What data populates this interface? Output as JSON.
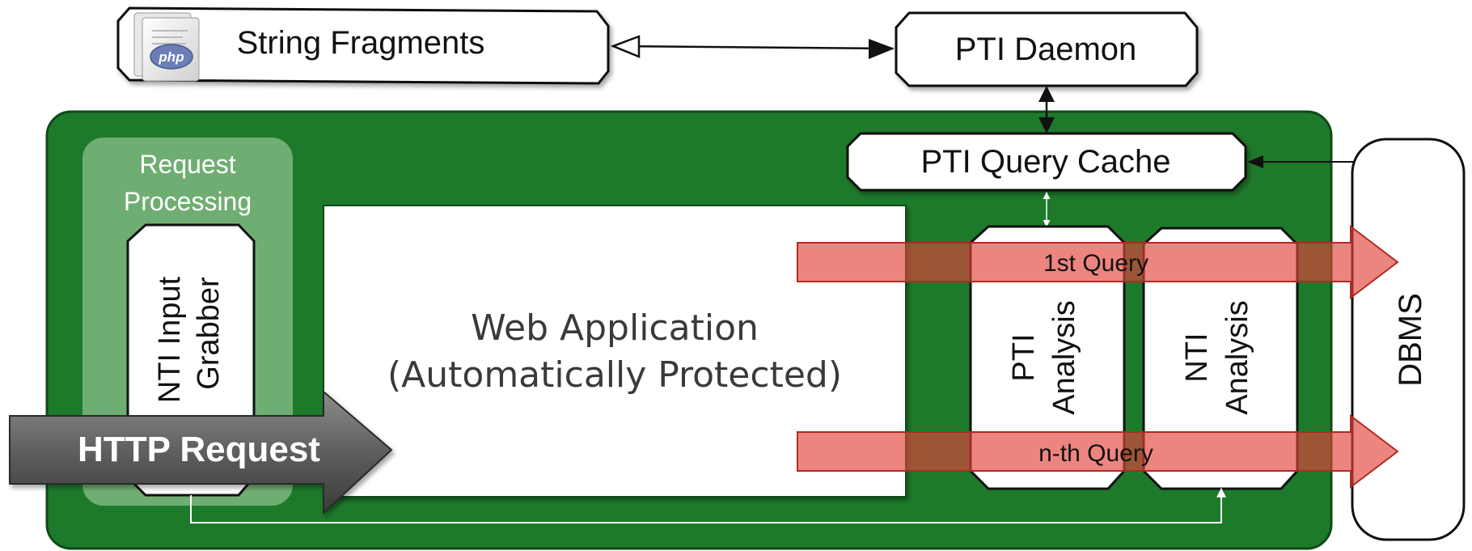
{
  "nodes": {
    "string_fragments": "String Fragments",
    "php_badge": "php",
    "pti_daemon": "PTI Daemon",
    "pti_query_cache": "PTI Query Cache",
    "request_processing": [
      "Request",
      "Processing"
    ],
    "nti_input_grabber": [
      "NTI Input",
      "Grabber"
    ],
    "web_application": [
      "Web Application",
      "(Automatically Protected)"
    ],
    "pti_analysis": [
      "PTI",
      "Analysis"
    ],
    "nti_analysis": [
      "NTI",
      "Analysis"
    ],
    "dbms": "DBMS"
  },
  "arrows": {
    "http_request": "HTTP Request",
    "first_query": "1st Query",
    "nth_query": "n-th Query"
  },
  "colors": {
    "container_green": "#1e7a2b",
    "request_panel_green": "#6fae72",
    "query_arrow_red": "#e2433a",
    "http_arrow_gray": "#5a5a5a"
  },
  "icons": [
    "php-document-icon"
  ]
}
